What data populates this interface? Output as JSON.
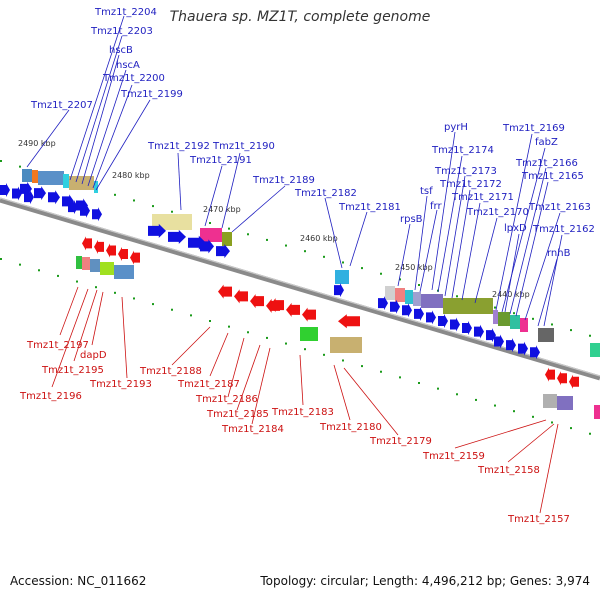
{
  "title": "Thauera sp. MZ1T, complete genome",
  "accession": "Accession: NC_011662",
  "topology": "Topology: circular; Length: 4,496,212 bp; Genes: 3,974",
  "colors": {
    "backbone": "#8a8a8a",
    "label_top": "#1f1fc0",
    "label_bottom": "#cc1111",
    "forward_arrow": "#1010e0",
    "reverse_arrow": "#ee1111",
    "tick": "#1a9a1a"
  },
  "scale_labels": [
    "2490 kbp",
    "2480 kbp",
    "2470 kbp",
    "2460 kbp",
    "2450 kbp",
    "2440 kbp"
  ],
  "top_labels": [
    "Tmz1t_2204",
    "Tmz1t_2203",
    "hscB",
    "hscA",
    "Tmz1t_2200",
    "Tmz1t_2199",
    "Tmz1t_2207",
    "Tmz1t_2192",
    "Tmz1t_2190",
    "Tmz1t_2191",
    "Tmz1t_2189",
    "Tmz1t_2182",
    "Tmz1t_2181",
    "pyrH",
    "Tmz1t_2174",
    "Tmz1t_2173",
    "Tmz1t_2172",
    "tsf",
    "frr",
    "rpsB",
    "Tmz1t_2171",
    "Tmz1t_2170",
    "Tmz1t_2169",
    "fabZ",
    "Tmz1t_2166",
    "Tmz1t_2165",
    "rnhB",
    "lpxD",
    "Tmz1t_2163",
    "Tmz1t_2162"
  ],
  "bottom_labels": [
    "Tmz1t_2197",
    "dapD",
    "Tmz1t_2195",
    "Tmz1t_2196",
    "Tmz1t_2193",
    "Tmz1t_2188",
    "Tmz1t_2187",
    "Tmz1t_2186",
    "Tmz1t_2185",
    "Tmz1t_2184",
    "Tmz1t_2183",
    "Tmz1t_2180",
    "Tmz1t_2179",
    "Tmz1t_2159",
    "Tmz1t_2158",
    "Tmz1t_2157"
  ]
}
